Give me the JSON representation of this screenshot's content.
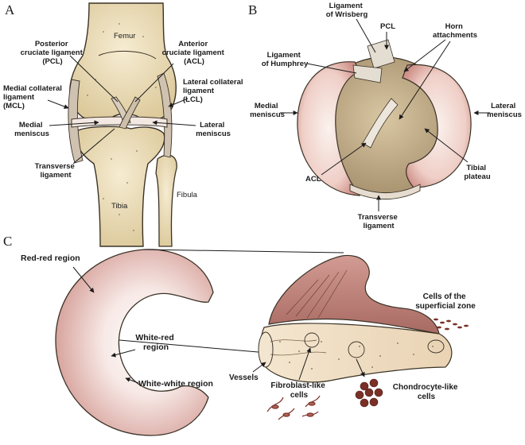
{
  "panels": {
    "a": "A",
    "b": "B",
    "c": "C"
  },
  "panel_a": {
    "femur": "Femur",
    "pcl": [
      "Posterior",
      "cruciate ligament",
      "(PCL)"
    ],
    "acl": [
      "Anterior",
      "cruciate ligament",
      "(ACL)"
    ],
    "mcl": [
      "Medial collateral",
      "ligament",
      "(MCL)"
    ],
    "lcl": [
      "Lateral collateral",
      "ligament",
      "(LCL)"
    ],
    "medial_meniscus": [
      "Medial",
      "meniscus"
    ],
    "lateral_meniscus": [
      "Lateral",
      "meniscus"
    ],
    "transverse": [
      "Transverse",
      "ligament"
    ],
    "tibia": "Tibia",
    "fibula": "Fibula"
  },
  "panel_b": {
    "wrisberg": [
      "Ligament",
      "of Wrisberg"
    ],
    "pcl": "PCL",
    "horn": [
      "Horn",
      "attachments"
    ],
    "humphrey": [
      "Ligament",
      "of Humphrey"
    ],
    "medial_meniscus": [
      "Medial",
      "meniscus"
    ],
    "lateral_meniscus": [
      "Lateral",
      "meniscus"
    ],
    "acl": "ACL",
    "tibial_plateau": [
      "Tibial",
      "plateau"
    ],
    "transverse": [
      "Transverse",
      "ligament"
    ]
  },
  "panel_c": {
    "red_red": "Red-red region",
    "white_red": [
      "White-red",
      "region"
    ],
    "white_white": "White-white region",
    "superficial": [
      "Cells of the",
      "superficial zone"
    ],
    "vessels": "Vessels",
    "fibroblast": [
      "Fibroblast-like",
      "cells"
    ],
    "chondrocyte": [
      "Chondrocyte-like",
      "cells"
    ]
  },
  "colors": {
    "bone": "#efe2bd",
    "bone_edge": "#3a3226",
    "meniscus_light": "#fbf1ec",
    "meniscus_pink": "#d9a8a0",
    "plateau": "#c8b492",
    "cells": "#7a3026"
  }
}
